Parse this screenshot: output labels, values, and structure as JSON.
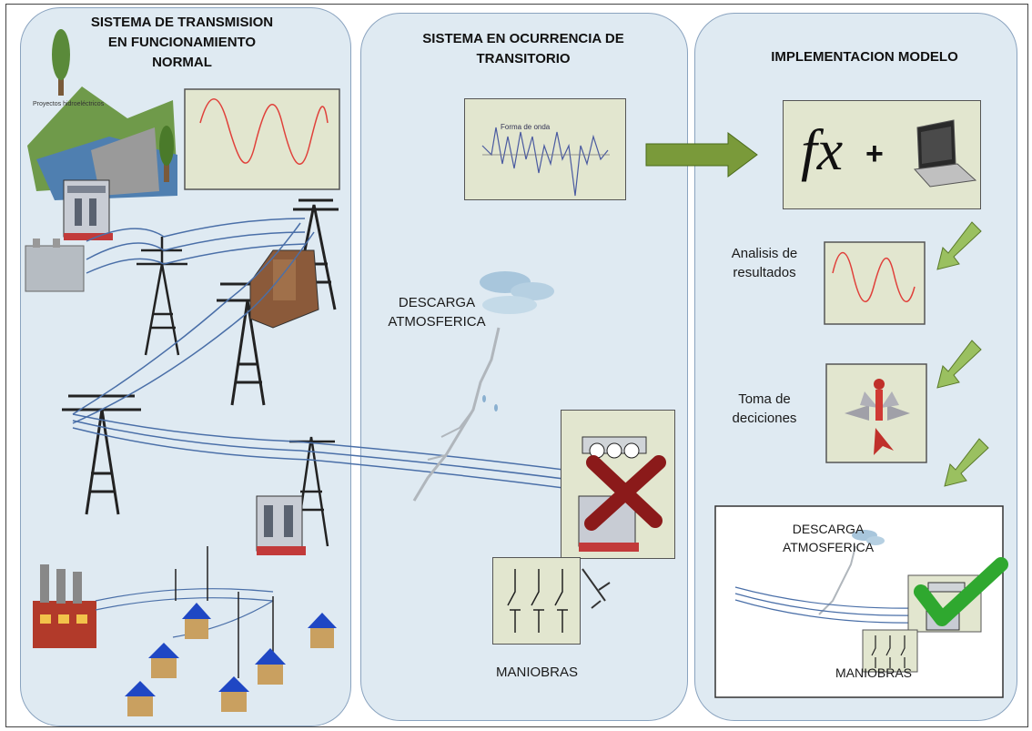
{
  "panels": {
    "normal": {
      "title_line1": "SISTEMA DE TRANSMISION",
      "title_line2": "EN FUNCIONAMIENTO",
      "title_line3": "NORMAL"
    },
    "transient": {
      "title_line1": "SISTEMA EN OCURRENCIA DE",
      "title_line2": "TRANSITORIO"
    },
    "model": {
      "title": "IMPLEMENTACION MODELO"
    }
  },
  "labels": {
    "hydro": "Proyectos hidroeléctricos",
    "waveform": "Forma de onda",
    "descarga_line1": "DESCARGA",
    "descarga_line2": "ATMOSFERICA",
    "maniobras": "MANIOBRAS",
    "analisis_line1": "Analisis de",
    "analisis_line2": "resultados",
    "toma_line1": "Toma de",
    "toma_line2": "deciciones",
    "fx": "fx",
    "plus": "+",
    "inset_descarga_line1": "DESCARGA",
    "inset_descarga_line2": "ATMOSFERICA",
    "inset_maniobras": "MANIOBRAS"
  },
  "colors": {
    "panel_fill": "#dfeaf2",
    "box_fill": "#e2e6cf",
    "arrow_green": "#7a9a3a",
    "sine_red": "#e0403a",
    "cross_red": "#8b1a1a",
    "check_green": "#2fa82f",
    "tower": "#222222",
    "house_roof": "#1f47c4"
  },
  "icons": [
    "tower-icon",
    "transformer-icon",
    "house-icon",
    "factory-icon",
    "laptop-icon",
    "lightning-icon",
    "cross-icon",
    "checkmark-icon",
    "decision-arrows-icon"
  ]
}
